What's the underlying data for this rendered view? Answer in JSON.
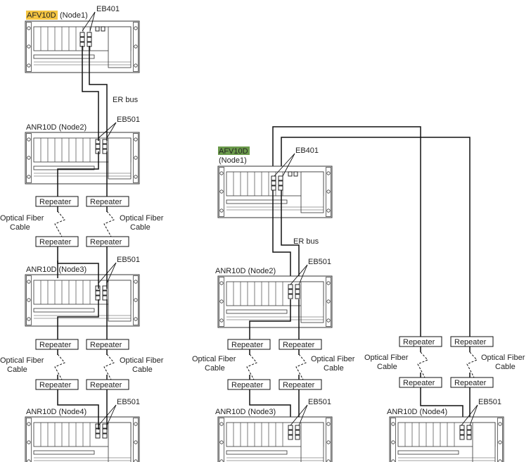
{
  "colors": {
    "afv_highlight_left": "#f5c542",
    "afv_highlight_right": "#6b9a4b",
    "line": "#111111"
  },
  "left": {
    "node1": {
      "model": "AFV10D",
      "suffix": "(Node1)"
    },
    "node2": "ANR10D (Node2)",
    "node3": "ANR10D (Node3)",
    "node4": "ANR10D (Node4)",
    "eb_top": "EB401",
    "eb2": "EB501",
    "eb3": "EB501",
    "eb4": "EB501",
    "er_bus": "ER bus",
    "rep": [
      "Repeater",
      "Repeater",
      "Repeater",
      "Repeater",
      "Repeater",
      "Repeater",
      "Repeater",
      "Repeater"
    ],
    "of1_left": [
      "Optical Fiber",
      "Cable"
    ],
    "of1_right": [
      "Optical Fiber",
      "Cable"
    ],
    "of2_left": [
      "Optical Fiber",
      "Cable"
    ],
    "of2_right": [
      "Optical Fiber",
      "Cable"
    ]
  },
  "right": {
    "node1": {
      "model": "AFV10D",
      "suffix": "(Node1)"
    },
    "node2": "ANR10D (Node2)",
    "node3": "ANR10D (Node3)",
    "node4": "ANR10D (Node4)",
    "eb_top": "EB401",
    "eb2": "EB501",
    "eb3": "EB501",
    "eb4": "EB501",
    "er_bus": "ER bus",
    "rep": [
      "Repeater",
      "Repeater",
      "Repeater",
      "Repeater",
      "Repeater",
      "Repeater",
      "Repeater",
      "Repeater"
    ],
    "of_a_left": [
      "Optical Fiber",
      "Cable"
    ],
    "of_a_right": [
      "Optical Fiber",
      "Cable"
    ],
    "of_b_left": [
      "Optical Fiber",
      "Cable"
    ],
    "of_b_right": [
      "Optical Fiber",
      "Cable"
    ]
  }
}
